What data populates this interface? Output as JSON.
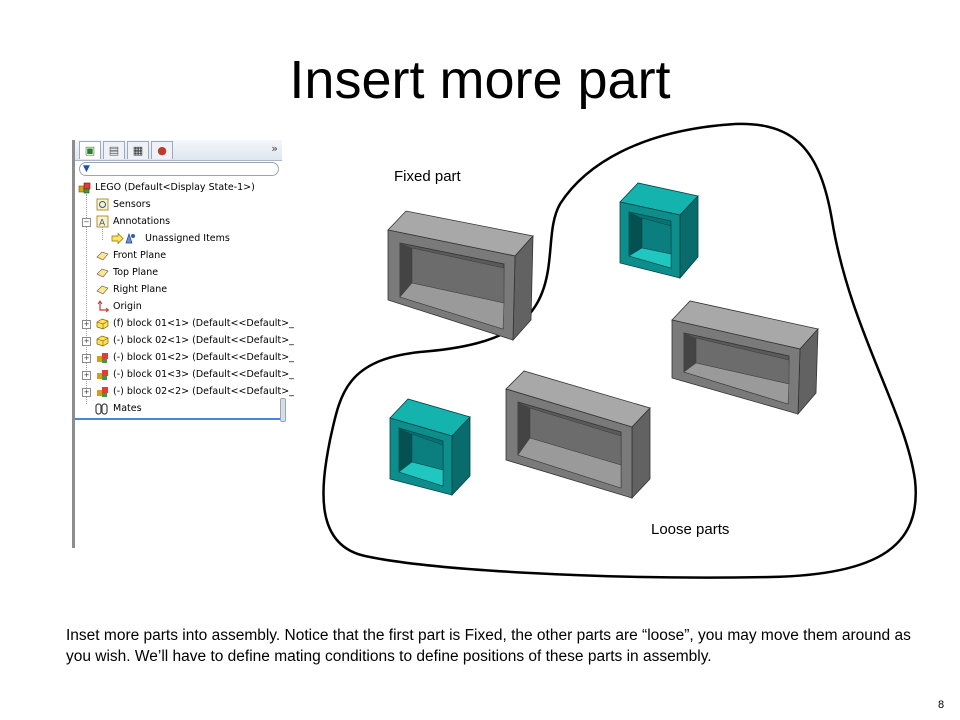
{
  "slide": {
    "title": "Insert more part",
    "page_number": "8",
    "body_text": "Inset more parts into assembly. Notice that the first part is Fixed, the other parts are “loose”, you may move them around as you wish. We’ll have to define mating conditions to define positions of these parts in assembly."
  },
  "labels": {
    "fixed_part": "Fixed part",
    "loose_parts": "Loose parts"
  },
  "feature_manager": {
    "tabs": [
      {
        "icon": "feature-manager-icon"
      },
      {
        "icon": "property-manager-icon"
      },
      {
        "icon": "configuration-manager-icon"
      },
      {
        "icon": "display-manager-icon"
      }
    ],
    "chevron": "»",
    "filter_icon": "▼",
    "tree": [
      {
        "label": "LEGO  (Default<Display State-1>)",
        "icon": "assembly-icon"
      },
      {
        "label": "Sensors",
        "icon": "sensors-icon"
      },
      {
        "label": "Annotations",
        "icon": "annotations-icon"
      },
      {
        "label": "Unassigned Items",
        "icon": "unassigned-items-icon"
      },
      {
        "label": "Front Plane",
        "icon": "plane-icon"
      },
      {
        "label": "Top Plane",
        "icon": "plane-icon"
      },
      {
        "label": "Right Plane",
        "icon": "plane-icon"
      },
      {
        "label": "Origin",
        "icon": "origin-icon"
      },
      {
        "label": "(f) block 01<1> (Default<<Default>_",
        "icon": "part-icon"
      },
      {
        "label": "(-) block 02<1> (Default<<Default>_",
        "icon": "part-icon"
      },
      {
        "label": "(-) block 01<2> (Default<<Default>_",
        "icon": "part-icon"
      },
      {
        "label": "(-) block 01<3> (Default<<Default>_",
        "icon": "part-icon"
      },
      {
        "label": "(-) block 02<2> (Default<<Default>_",
        "icon": "part-icon"
      },
      {
        "label": "Mates",
        "icon": "mates-icon"
      }
    ]
  },
  "colors": {
    "gray_block_front": "#7a7a7a",
    "gray_block_top": "#a8a8a8",
    "gray_block_side": "#626262",
    "teal_block_front": "#0e8d8d",
    "teal_block_top": "#14b3ad",
    "teal_block_side": "#096b6b",
    "panel_selection_line": "#4a86d8"
  }
}
